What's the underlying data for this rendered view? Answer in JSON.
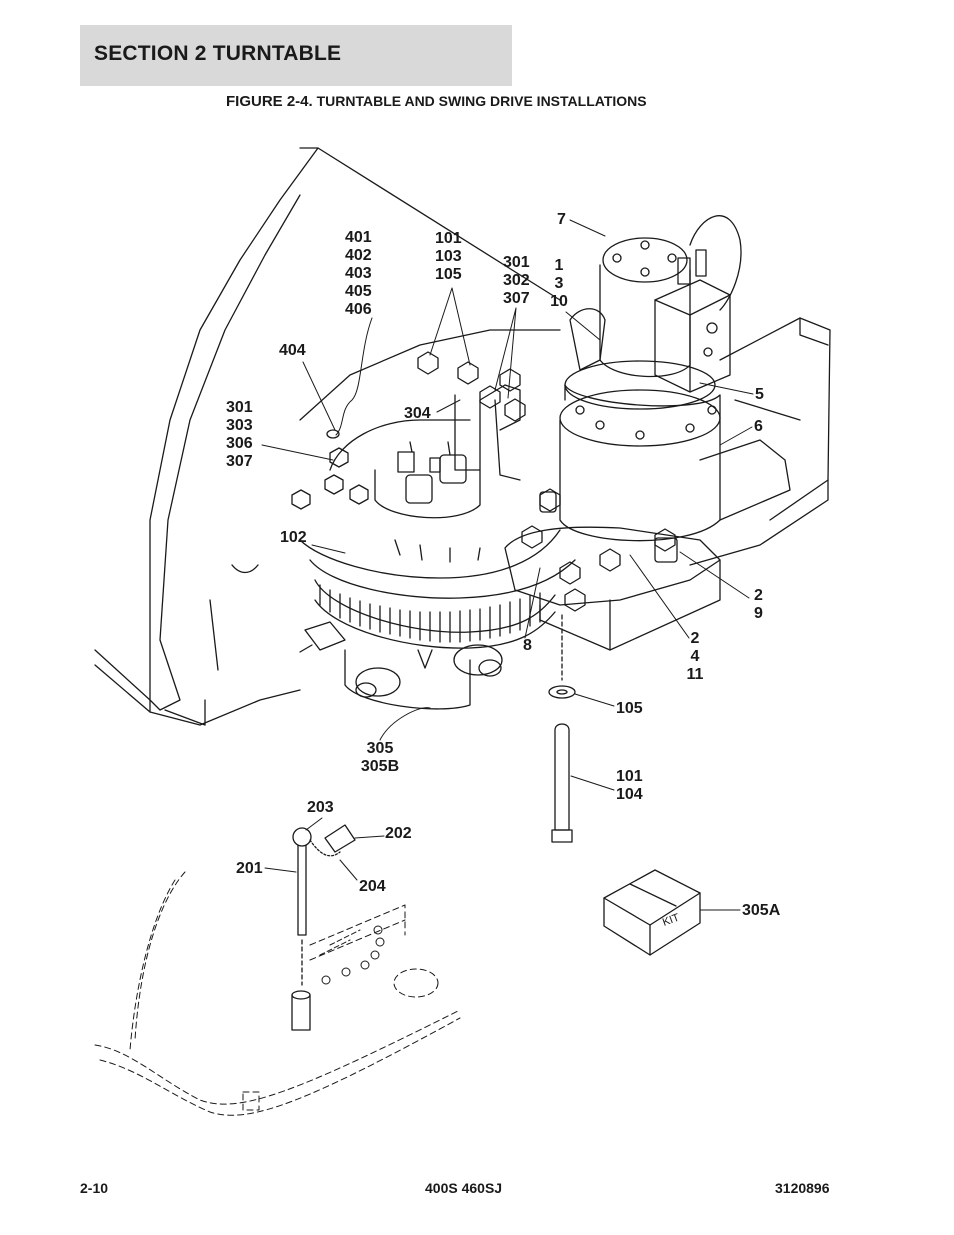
{
  "header": {
    "section": "SECTION 2   TURNTABLE",
    "figure_lead": "FIGURE 2-4.",
    "figure_title": "TURNTABLE AND SWING DRIVE INSTALLATIONS"
  },
  "callouts": {
    "c7": [
      "7"
    ],
    "c401": [
      "401",
      "402",
      "403",
      "405",
      "406"
    ],
    "c101a": [
      "101",
      "103",
      "105"
    ],
    "c301a": [
      "301",
      "302",
      "307"
    ],
    "c1": [
      "1",
      "3",
      "10"
    ],
    "c404": [
      "404"
    ],
    "c301b": [
      "301",
      "303",
      "306",
      "307"
    ],
    "c304": [
      "304"
    ],
    "c5": [
      "5"
    ],
    "c6": [
      "6"
    ],
    "c102": [
      "102"
    ],
    "c2a": [
      "2",
      "9"
    ],
    "c8": [
      "8"
    ],
    "c2b": [
      "2",
      "4",
      "11"
    ],
    "c105": [
      "105"
    ],
    "c305": [
      "305",
      "305B"
    ],
    "c101b": [
      "101",
      "104"
    ],
    "c203": [
      "203"
    ],
    "c202": [
      "202"
    ],
    "c201": [
      "201"
    ],
    "c204": [
      "204"
    ],
    "c305a": [
      "305A"
    ]
  },
  "kit_label": "KIT",
  "footer": {
    "page": "2-10",
    "model": "400S 460SJ",
    "doc_number": "3120896"
  }
}
